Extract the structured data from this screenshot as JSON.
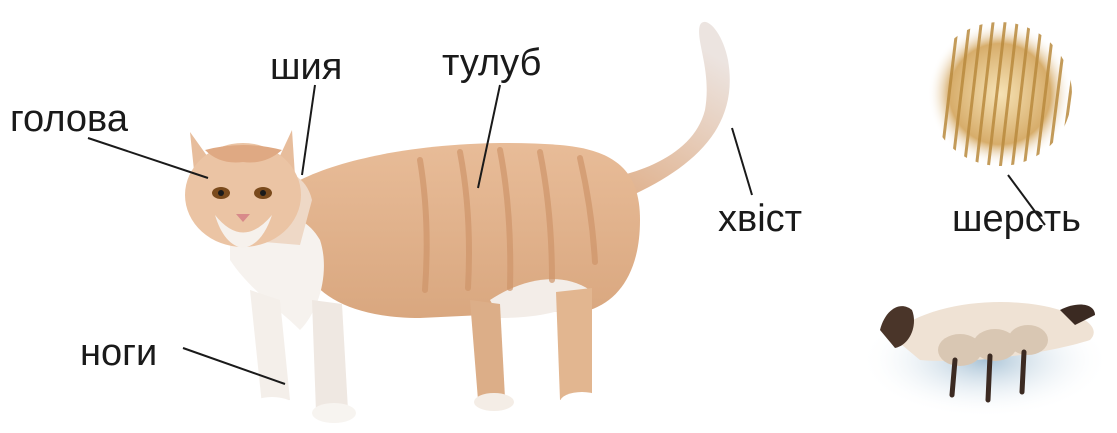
{
  "labels": {
    "head": "голова",
    "neck": "шия",
    "body": "тулуб",
    "tail": "хвіст",
    "legs": "ноги",
    "fur": "шерсть"
  },
  "pictures": {
    "main": "ginger-white-cat-standing",
    "fur_closeup": "fur-closeup-circle",
    "nursing": "siamese-cat-nursing-kittens"
  },
  "colors": {
    "fur_ginger": "#e3b48e",
    "fur_white": "#f6f2ee",
    "stripe": "#cf956a",
    "text": "#1a1a1a"
  }
}
